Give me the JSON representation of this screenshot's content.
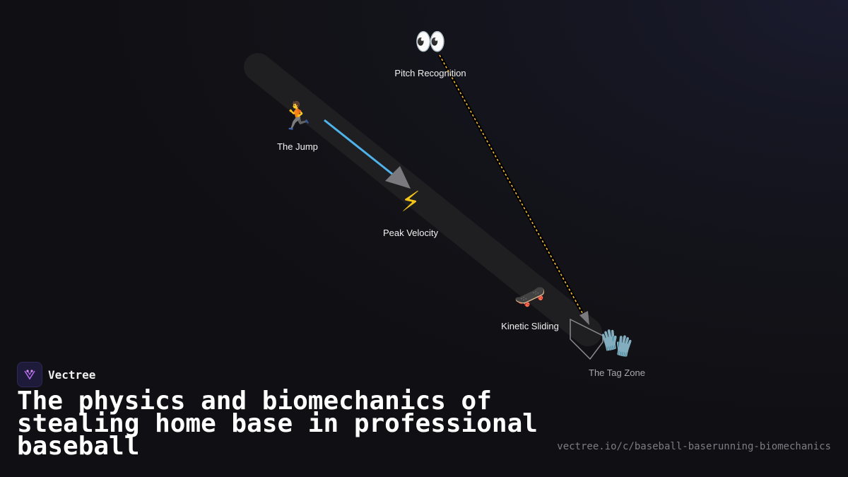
{
  "diagram": {
    "nodes": [
      {
        "id": "pitch",
        "icon": "eyes-icon",
        "glyph": "👀",
        "label": "Pitch Recognition"
      },
      {
        "id": "jump",
        "icon": "runner-icon",
        "glyph": "🏃",
        "label": "The Jump"
      },
      {
        "id": "velocity",
        "icon": "lightning-icon",
        "glyph": "⚡",
        "label": "Peak Velocity"
      },
      {
        "id": "slide",
        "icon": "skateboard-icon",
        "glyph": "🛹",
        "label": "Kinetic Sliding"
      },
      {
        "id": "tag",
        "icon": "glove-icon",
        "glyph": "🧤",
        "label": "The Tag Zone"
      }
    ],
    "colors": {
      "background": "#101014",
      "baseline_path": "#1f1f22",
      "motion_arrow": "#4fb3ea",
      "pitch_line": "#f5b82e",
      "arrowhead": "#7a7a7e",
      "home_plate": "#8a8a8f"
    }
  },
  "brand": {
    "name": "Vectree",
    "logo_icon": "vectree-logo-icon"
  },
  "title": "The physics and biomechanics of stealing home base in professional baseball",
  "url": "vectree.io/c/baseball-baserunning-biomechanics"
}
